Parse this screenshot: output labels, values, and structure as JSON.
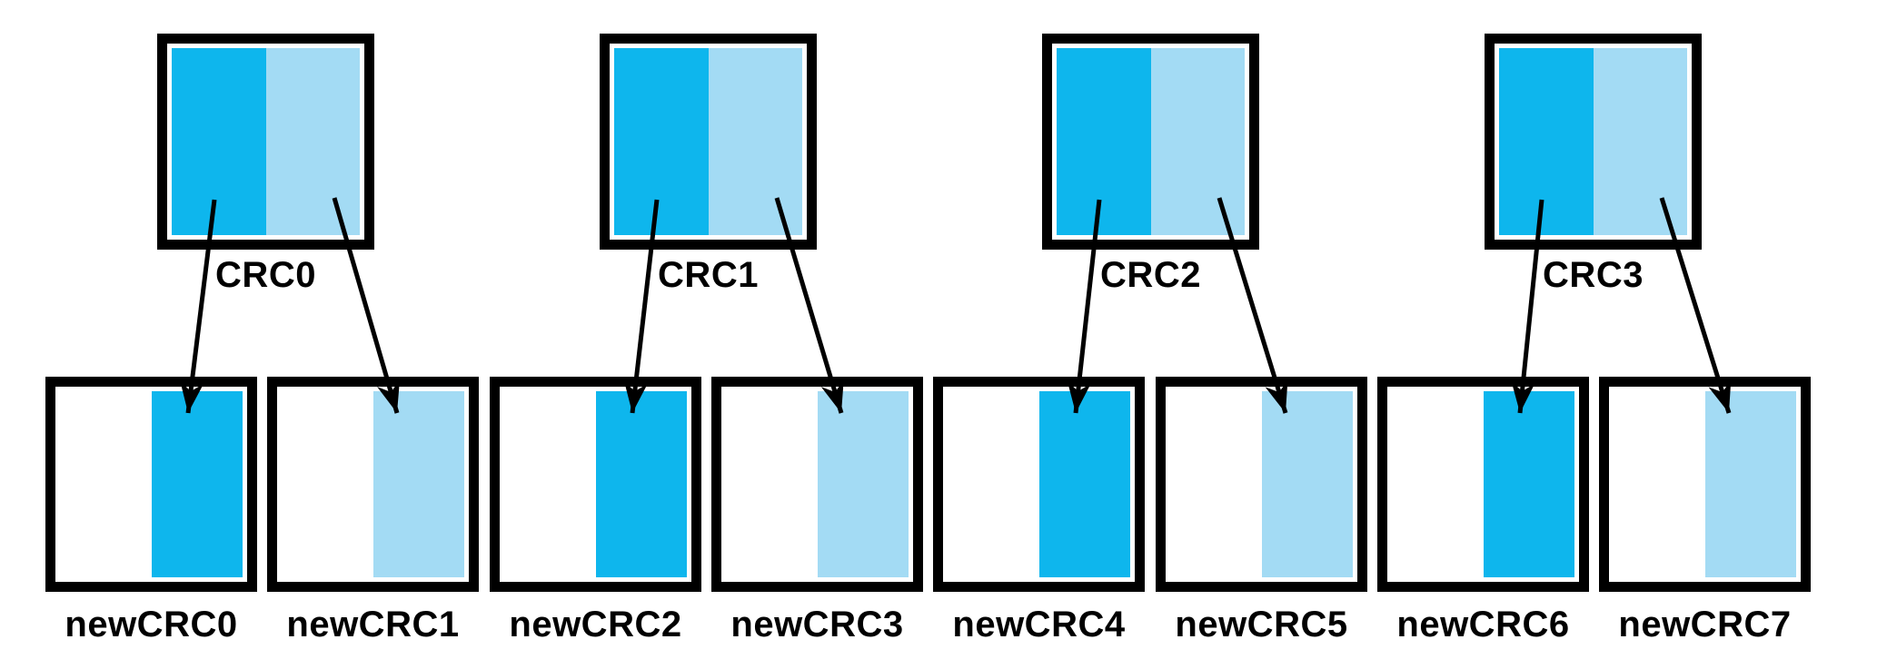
{
  "diagram": {
    "colors": {
      "dark": "#0EB6ED",
      "light": "#A3DBF4",
      "outline": "#000000"
    },
    "top_registers": [
      {
        "label": "CRC0",
        "left_half": "dark",
        "right_half": "light"
      },
      {
        "label": "CRC1",
        "left_half": "dark",
        "right_half": "light"
      },
      {
        "label": "CRC2",
        "left_half": "dark",
        "right_half": "light"
      },
      {
        "label": "CRC3",
        "left_half": "dark",
        "right_half": "light"
      }
    ],
    "new_registers": [
      {
        "label": "newCRC0",
        "fill": "dark",
        "fill_position": "right-half"
      },
      {
        "label": "newCRC1",
        "fill": "light",
        "fill_position": "right-half"
      },
      {
        "label": "newCRC2",
        "fill": "dark",
        "fill_position": "right-half"
      },
      {
        "label": "newCRC3",
        "fill": "light",
        "fill_position": "right-half"
      },
      {
        "label": "newCRC4",
        "fill": "dark",
        "fill_position": "right-half"
      },
      {
        "label": "newCRC5",
        "fill": "light",
        "fill_position": "right-half"
      },
      {
        "label": "newCRC6",
        "fill": "dark",
        "fill_position": "right-half"
      },
      {
        "label": "newCRC7",
        "fill": "light",
        "fill_position": "right-half"
      }
    ],
    "connections": [
      {
        "from": "CRC0",
        "from_half": "left",
        "to": "newCRC0"
      },
      {
        "from": "CRC0",
        "from_half": "right",
        "to": "newCRC1"
      },
      {
        "from": "CRC1",
        "from_half": "left",
        "to": "newCRC2"
      },
      {
        "from": "CRC1",
        "from_half": "right",
        "to": "newCRC3"
      },
      {
        "from": "CRC2",
        "from_half": "left",
        "to": "newCRC4"
      },
      {
        "from": "CRC2",
        "from_half": "right",
        "to": "newCRC5"
      },
      {
        "from": "CRC3",
        "from_half": "left",
        "to": "newCRC6"
      },
      {
        "from": "CRC3",
        "from_half": "right",
        "to": "newCRC7"
      }
    ]
  }
}
